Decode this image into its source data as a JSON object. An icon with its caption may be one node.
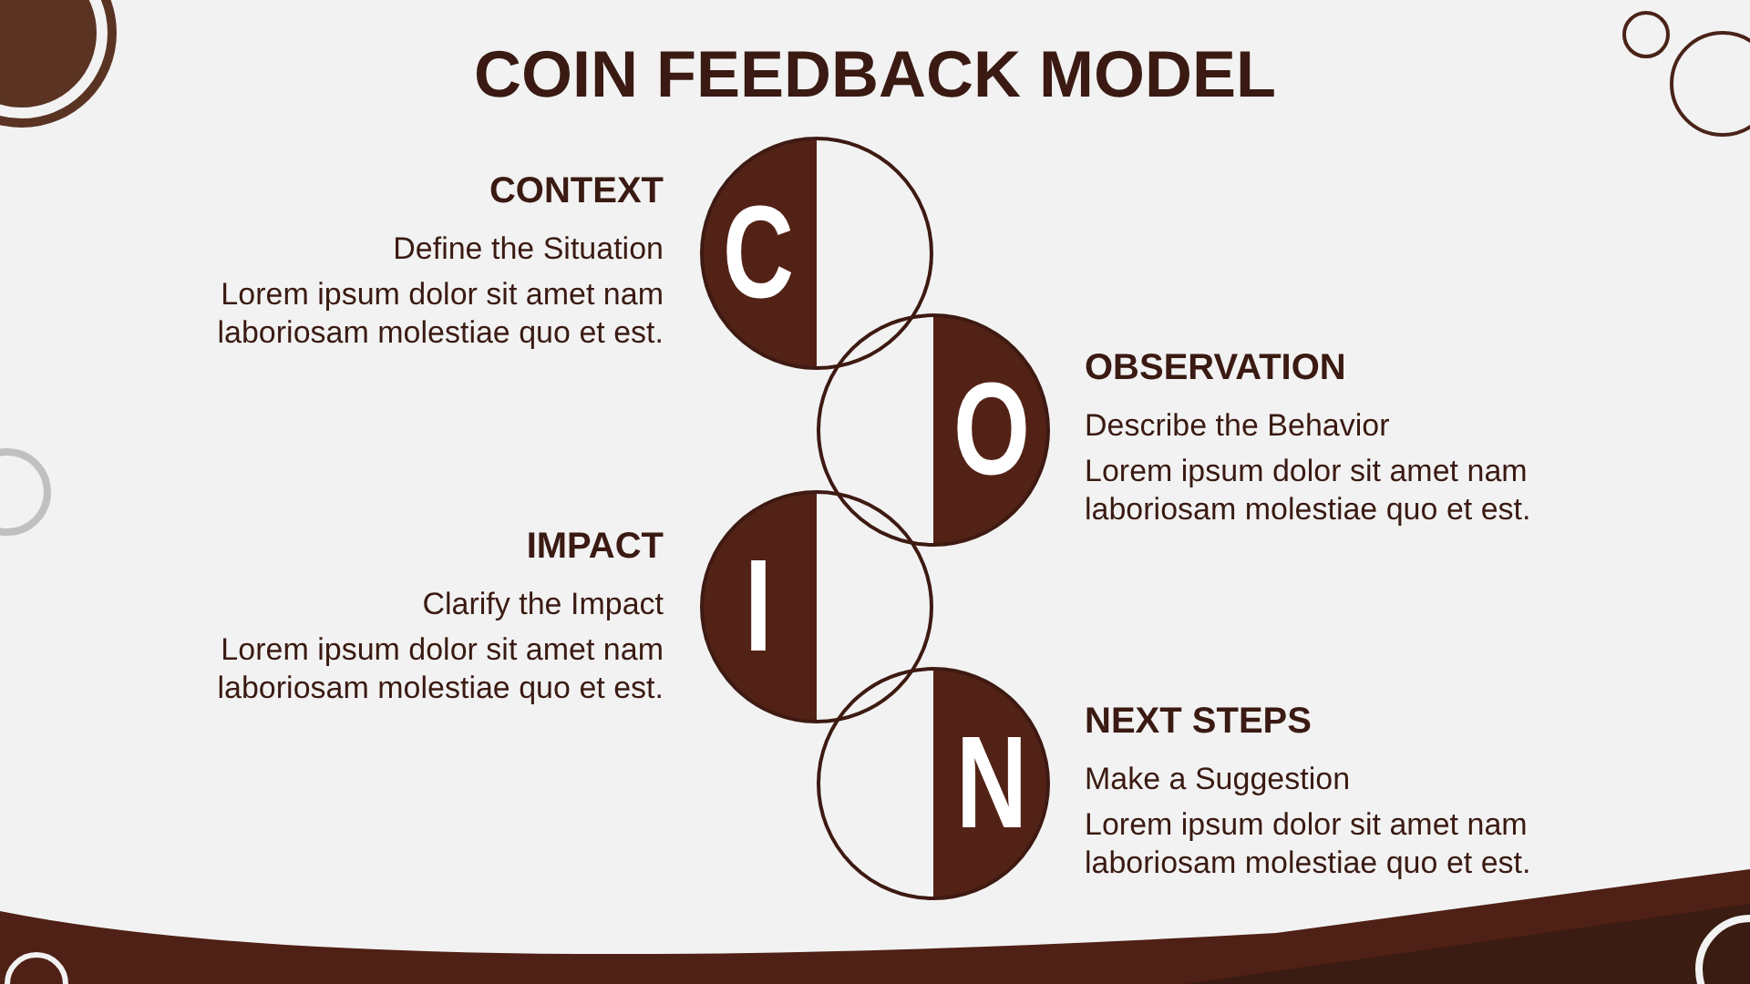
{
  "diagram": {
    "title": "COIN FEEDBACK MODEL",
    "nodes": [
      {
        "text": [
          "C"
        ]
      },
      {
        "text": [
          "O"
        ]
      },
      {
        "text": [
          "I"
        ]
      },
      {
        "text": [
          "N"
        ]
      }
    ],
    "labels": [
      "CONTEXT",
      "Define the Situation",
      "Lorem ipsum dolor sit amet nam laboriosam molestiae quo et est.",
      "OBSERVATION",
      "Describe the Behavior",
      "Lorem ipsum dolor sit amet nam laboriosam molestiae quo et est.",
      "IMPACT",
      "Clarify the Impact",
      "Lorem ipsum dolor sit amet nam laboriosam molestiae quo et est.",
      "NEXT STEPS",
      "Make a Suggestion",
      "Lorem ipsum dolor sit amet nam laboriosam molestiae quo et est."
    ]
  }
}
